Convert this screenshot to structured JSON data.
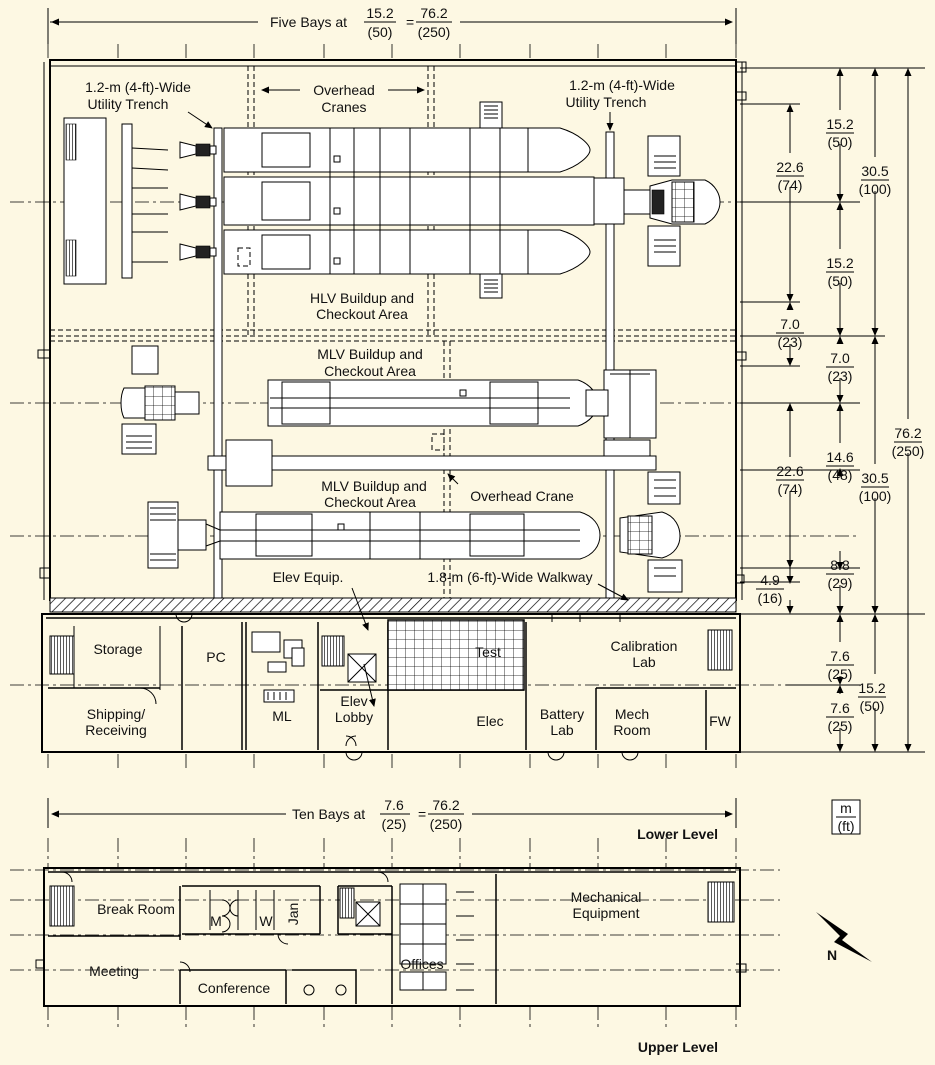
{
  "dimensions": {
    "top": {
      "prefix": "Five Bays at",
      "num": "15.2",
      "den": "(50)",
      "num2": "76.2",
      "den2": "(250)"
    },
    "bottom": {
      "prefix": "Ten Bays at",
      "num": "7.6",
      "den": "(25)",
      "num2": "76.2",
      "den2": "(250)"
    },
    "right": [
      {
        "m": "15.2",
        "ft": "(50)"
      },
      {
        "m": "30.5",
        "ft": "(100)"
      },
      {
        "m": "22.6",
        "ft": "(74)"
      },
      {
        "m": "15.2",
        "ft": "(50)"
      },
      {
        "m": "7.0",
        "ft": "(23)"
      },
      {
        "m": "7.0",
        "ft": "(23)"
      },
      {
        "m": "76.2",
        "ft": "(250)"
      },
      {
        "m": "14.6",
        "ft": "(48)"
      },
      {
        "m": "22.6",
        "ft": "(74)"
      },
      {
        "m": "30.5",
        "ft": "(100)"
      },
      {
        "m": "8.8",
        "ft": "(29)"
      },
      {
        "m": "4.9",
        "ft": "(16)"
      },
      {
        "m": "7.6",
        "ft": "(25)"
      },
      {
        "m": "15.2",
        "ft": "(50)"
      },
      {
        "m": "7.6",
        "ft": "(25)"
      }
    ],
    "legend": {
      "m": "m",
      "ft": "(ft)"
    }
  },
  "labels": {
    "utility_trench_left_1": "1.2-m (4-ft)-Wide",
    "utility_trench_left_2": "Utility Trench",
    "overhead_cranes_1": "Overhead",
    "overhead_cranes_2": "Cranes",
    "utility_trench_right_1": "1.2-m (4-ft)-Wide",
    "utility_trench_right_2": "Utility Trench",
    "hlv_1": "HLV Buildup and",
    "hlv_2": "Checkout Area",
    "mlv1_1": "MLV Buildup and",
    "mlv1_2": "Checkout Area",
    "overhead_crane": "Overhead Crane",
    "mlv2_1": "MLV Buildup and",
    "mlv2_2": "Checkout Area",
    "elev_equip": "Elev Equip.",
    "walkway": "1.8-m (6-ft)-Wide Walkway"
  },
  "lower_rooms": {
    "storage": "Storage",
    "pc": "PC",
    "test": "Test",
    "calibration_1": "Calibration",
    "calibration_2": "Lab",
    "shipping_1": "Shipping/",
    "shipping_2": "Receiving",
    "ml": "ML",
    "elev_lobby_1": "Elev",
    "elev_lobby_2": "Lobby",
    "elec": "Elec",
    "battery_1": "Battery",
    "battery_2": "Lab",
    "mech_room_1": "Mech",
    "mech_room_2": "Room",
    "fw": "FW"
  },
  "upper_rooms": {
    "break_room": "Break Room",
    "m": "M",
    "w": "W",
    "jan": "Jan",
    "mech_equip_1": "Mechanical",
    "mech_equip_2": "Equipment",
    "meeting": "Meeting",
    "conference": "Conference",
    "offices": "Offices"
  },
  "level_titles": {
    "lower": "Lower Level",
    "upper": "Upper Level"
  },
  "north": "N"
}
